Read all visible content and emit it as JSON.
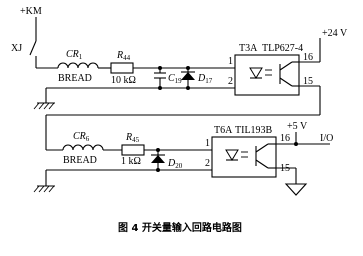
{
  "diagram": {
    "power_km": "+KM",
    "switch_xj": "XJ",
    "plus_24v": "+24 V",
    "plus_5v": "+5 V",
    "io_label": "I/O",
    "top": {
      "cr_main": "CR",
      "cr_sub": "1",
      "r_main": "R",
      "r_sub": "44",
      "bread": "BREAD",
      "r_value": "10 kΩ",
      "c_main": "C",
      "c_sub": "19",
      "d_main": "D",
      "d_sub": "17",
      "ic_ref": "T3A",
      "ic_part": "TLP627-4",
      "pin1": "1",
      "pin2": "2",
      "pin15": "15",
      "pin16": "16"
    },
    "bottom": {
      "cr_main": "CR",
      "cr_sub": "6",
      "r_main": "R",
      "r_sub": "45",
      "bread": "BREAD",
      "r_value": "1 kΩ",
      "d_main": "D",
      "d_sub": "20",
      "ic_ref": "T6A",
      "ic_part": "TIL193B",
      "pin1": "1",
      "pin2": "2",
      "pin15": "15",
      "pin16": "16"
    },
    "caption": "图 4   开关量输入回路电路图"
  }
}
